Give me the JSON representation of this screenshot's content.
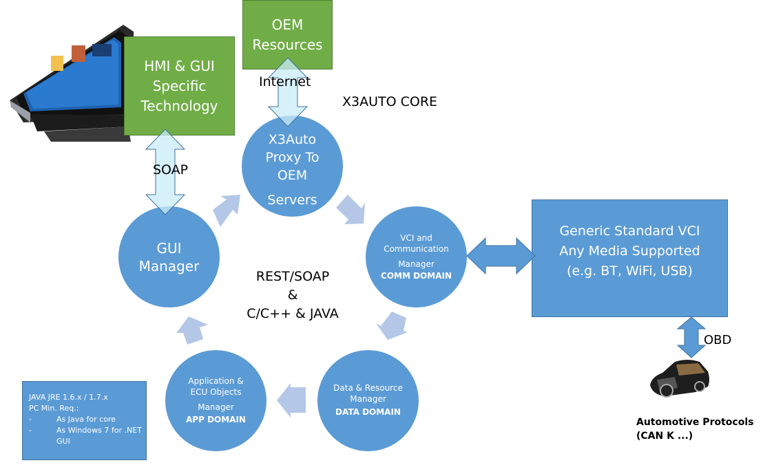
{
  "title_label": "X3AUTO CORE",
  "center_label": [
    "REST/SOAP",
    "&",
    "C/C++ & JAVA"
  ],
  "pc_image": {
    "icon": "all-in-one-pc-image"
  },
  "hmi_box": {
    "lines": [
      "HMI & GUI",
      "Specific",
      "Technology"
    ]
  },
  "oem_box": {
    "lines": [
      "OEM",
      "Resources"
    ]
  },
  "internet_label": "Internet",
  "soap_label": "SOAP",
  "proxy_node": {
    "lines": [
      "X3Auto",
      "Proxy  To",
      "OEM",
      "Servers"
    ]
  },
  "gui_node": {
    "lines": [
      "GUI",
      "Manager"
    ]
  },
  "comm_node": {
    "lines": [
      "VCI and",
      "Communication",
      "Manager"
    ],
    "domain": "COMM DOMAIN"
  },
  "data_node": {
    "lines": [
      "Data & Resource",
      "Manager"
    ],
    "domain": "DATA DOMAIN"
  },
  "app_node": {
    "lines": [
      "Application &",
      "ECU Objects",
      "Manager"
    ],
    "domain": "APP DOMAIN"
  },
  "vci_box": {
    "lines": [
      "Generic Standard VCI",
      "Any Media Supported",
      "(e.g. BT, WiFi, USB)"
    ]
  },
  "obd_label": "OBD",
  "car_image": {
    "icon": "car-cutaway-image"
  },
  "protocols_label": [
    "Automotive Protocols",
    "(CAN K ...)"
  ],
  "requirements_box": {
    "lines": [
      "JAVA JRE 1.6.x / 1.7.x",
      "PC Min. Req.:"
    ],
    "bullets": [
      "As Java for core",
      "As Windows 7 for .NET GUI"
    ]
  },
  "colors": {
    "node_blue": "#5b9bd5",
    "node_border": "#41719c",
    "green": "#70ad47",
    "flow_arrow": "#b4c7e7",
    "link_arrow_fill": "#c9ecf8"
  }
}
